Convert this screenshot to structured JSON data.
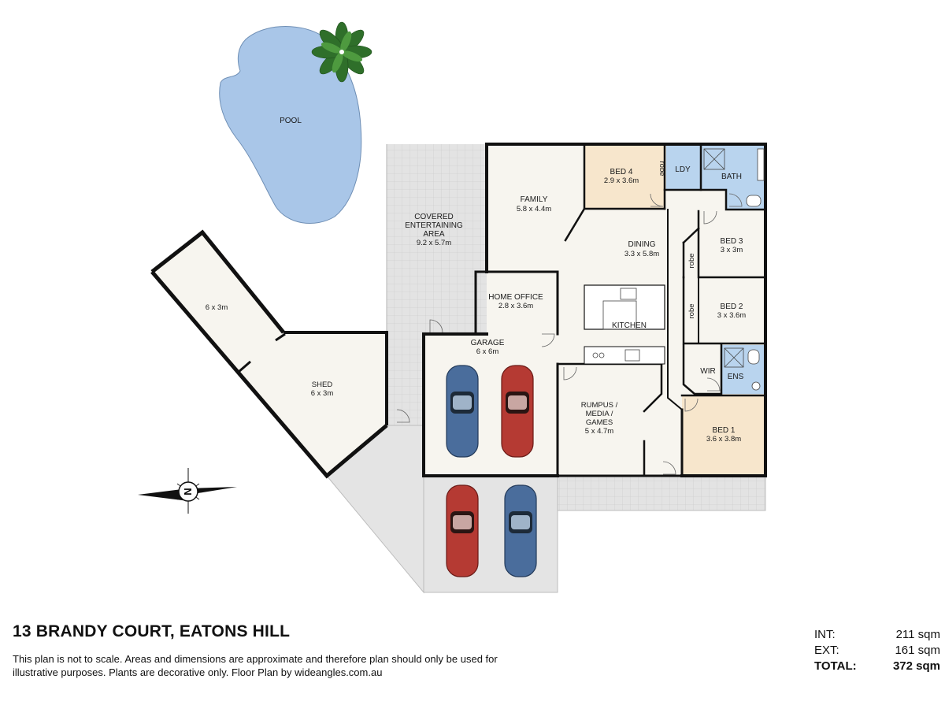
{
  "address": "13 BRANDY COURT, EATONS HILL",
  "disclaimer": "This plan is not to scale. Areas and dimensions are approximate and therefore plan should only be used for illustrative purposes. Plants are decorative only. Floor Plan by wideangles.com.au",
  "areas": [
    {
      "label": "INT:",
      "value": "211 sqm"
    },
    {
      "label": "EXT:",
      "value": "161 sqm"
    },
    {
      "label": "TOTAL:",
      "value": "372 sqm"
    }
  ],
  "compass": "N",
  "colors": {
    "wall": "#111111",
    "floor": "#f7f5ef",
    "bedroom": "#f7e6cc",
    "wet_area": "#b9d4ee",
    "pool": "#a9c6e8",
    "paving": "#e4e4e4"
  },
  "rooms": {
    "pool": {
      "name": "POOL"
    },
    "covered": {
      "name1": "COVERED",
      "name2": "ENTERTAINING",
      "name3": "AREA",
      "dims": "9.2 x 5.7m"
    },
    "family": {
      "name": "FAMILY",
      "dims": "5.8 x 4.4m"
    },
    "bed4": {
      "name": "BED 4",
      "dims": "2.9 x 3.6m"
    },
    "ldy": {
      "name": "LDY"
    },
    "bath": {
      "name": "BATH"
    },
    "dining": {
      "name": "DINING",
      "dims": "3.3 x 5.8m"
    },
    "bed3": {
      "name": "BED 3",
      "dims": "3 x 3m"
    },
    "bed2": {
      "name": "BED 2",
      "dims": "3 x 3.6m"
    },
    "home_office": {
      "name": "HOME OFFICE",
      "dims": "2.8 x 3.6m"
    },
    "kitchen": {
      "name": "KITCHEN"
    },
    "garage": {
      "name": "GARAGE",
      "dims": "6 x 6m"
    },
    "wir": {
      "name": "WIR"
    },
    "ens": {
      "name": "ENS"
    },
    "rumpus": {
      "name1": "RUMPUS /",
      "name2": "MEDIA /",
      "name3": "GAMES",
      "dims": "5 x 4.7m"
    },
    "bed1": {
      "name": "BED 1",
      "dims": "3.6 x 3.8m"
    },
    "shed": {
      "name": "SHED",
      "dims": "6 x 3m"
    },
    "shed2": {
      "dims": "6 x 3m"
    },
    "robe": "robe"
  }
}
